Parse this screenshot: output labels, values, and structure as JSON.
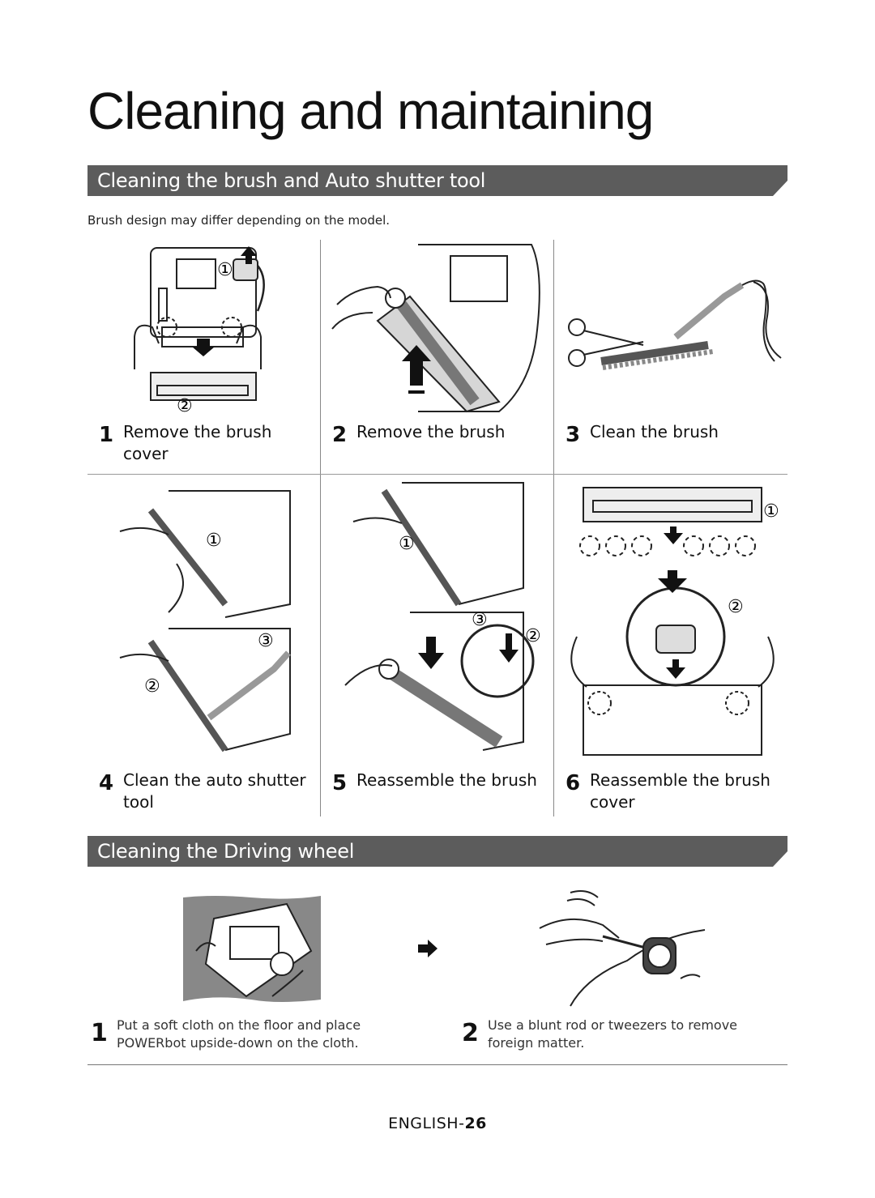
{
  "title": "Cleaning and maintaining",
  "sections": {
    "brush": {
      "heading": "Cleaning the brush and Auto shutter tool",
      "note": "Brush design may differ depending on the model.",
      "steps": [
        {
          "num": "1",
          "text": "Remove the brush cover"
        },
        {
          "num": "2",
          "text": "Remove the brush"
        },
        {
          "num": "3",
          "text": "Clean the brush"
        },
        {
          "num": "4",
          "text": "Clean the auto shutter tool"
        },
        {
          "num": "5",
          "text": "Reassemble the brush"
        },
        {
          "num": "6",
          "text": "Reassemble the brush cover"
        }
      ],
      "markers": {
        "one": "①",
        "two": "②",
        "three": "③"
      }
    },
    "wheel": {
      "heading": "Cleaning the Driving wheel",
      "steps": [
        {
          "num": "1",
          "text": "Put a soft cloth on the floor and place POWERbot upside-down on the cloth."
        },
        {
          "num": "2",
          "text": "Use a blunt rod or tweezers to remove foreign matter."
        }
      ]
    }
  },
  "footer": {
    "language": "ENGLISH-",
    "page": "26"
  }
}
